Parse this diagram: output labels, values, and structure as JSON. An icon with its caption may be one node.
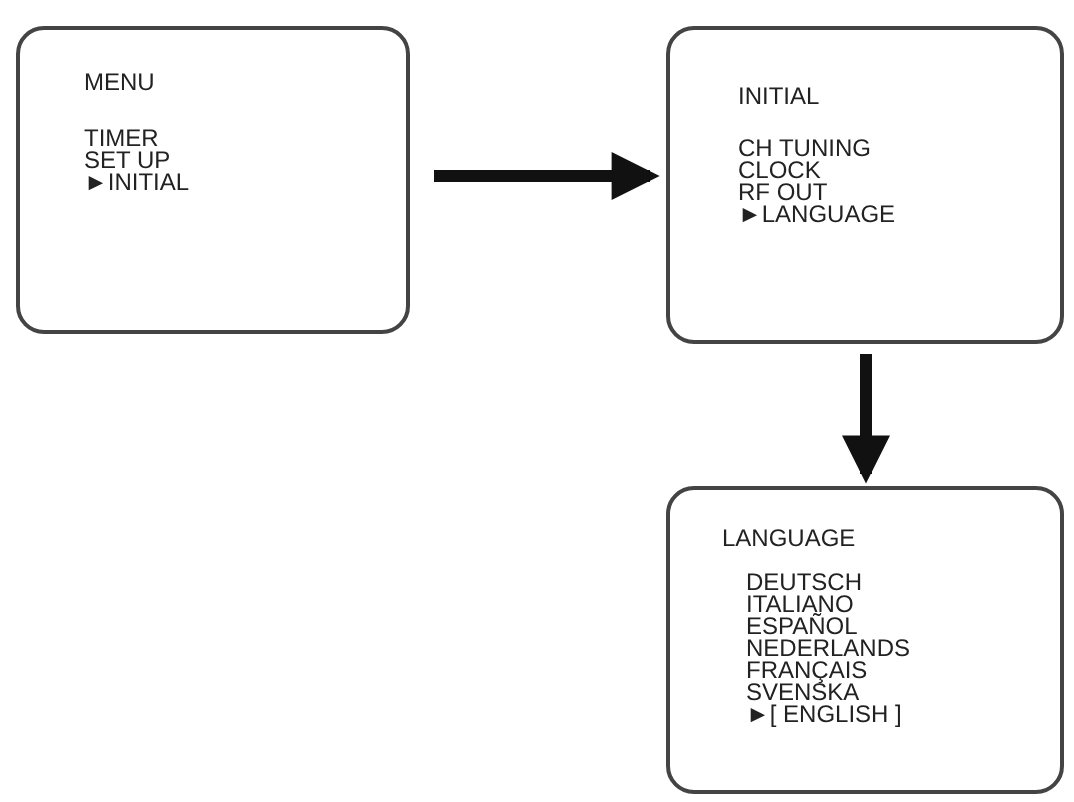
{
  "diagram": {
    "nodes": [
      {
        "text": [
          "MENU",
          "TIMER",
          "SET UP",
          "►INITIAL"
        ]
      },
      {
        "text": [
          "INITIAL",
          "CH TUNING",
          "CLOCK",
          "RF OUT",
          "►LANGUAGE"
        ]
      },
      {
        "text": [
          "LANGUAGE",
          "DEUTSCH",
          "ITALIANO",
          "ESPAÑOL",
          "NEDERLANDS",
          "FRANÇAIS",
          "SVENSKA",
          "►[ ENGLISH ]"
        ]
      }
    ],
    "edges": [
      {
        "from": 0,
        "to": 1,
        "arrow": "to"
      },
      {
        "from": 1,
        "to": 2,
        "arrow": "to"
      }
    ]
  }
}
